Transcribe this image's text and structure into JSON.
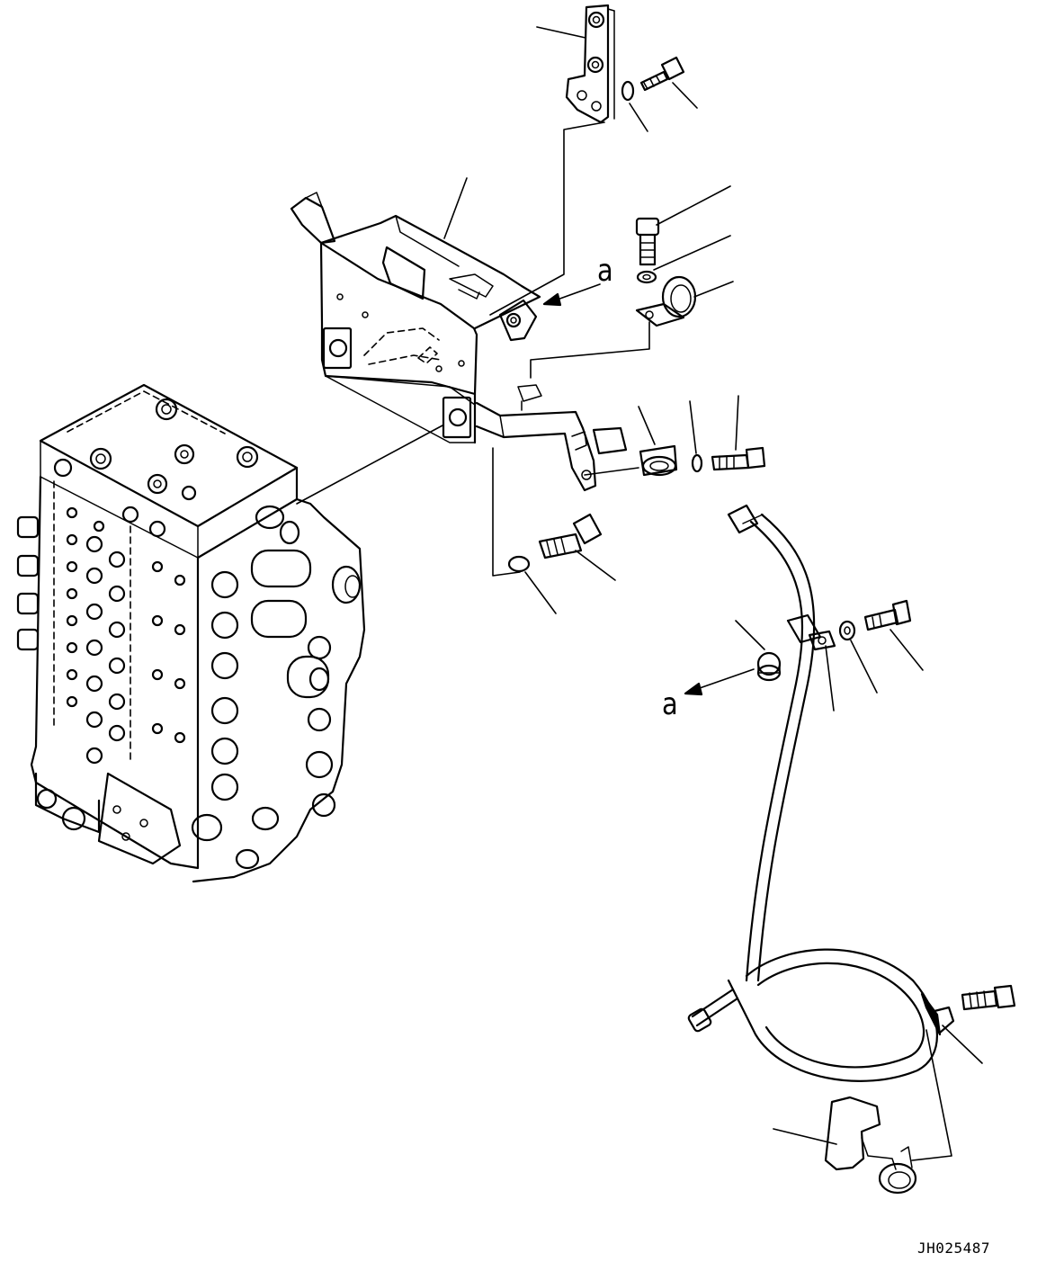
{
  "diagram": {
    "view_ref_top": "a",
    "view_ref_bottom": "a",
    "drawing_code": "JH025487"
  }
}
